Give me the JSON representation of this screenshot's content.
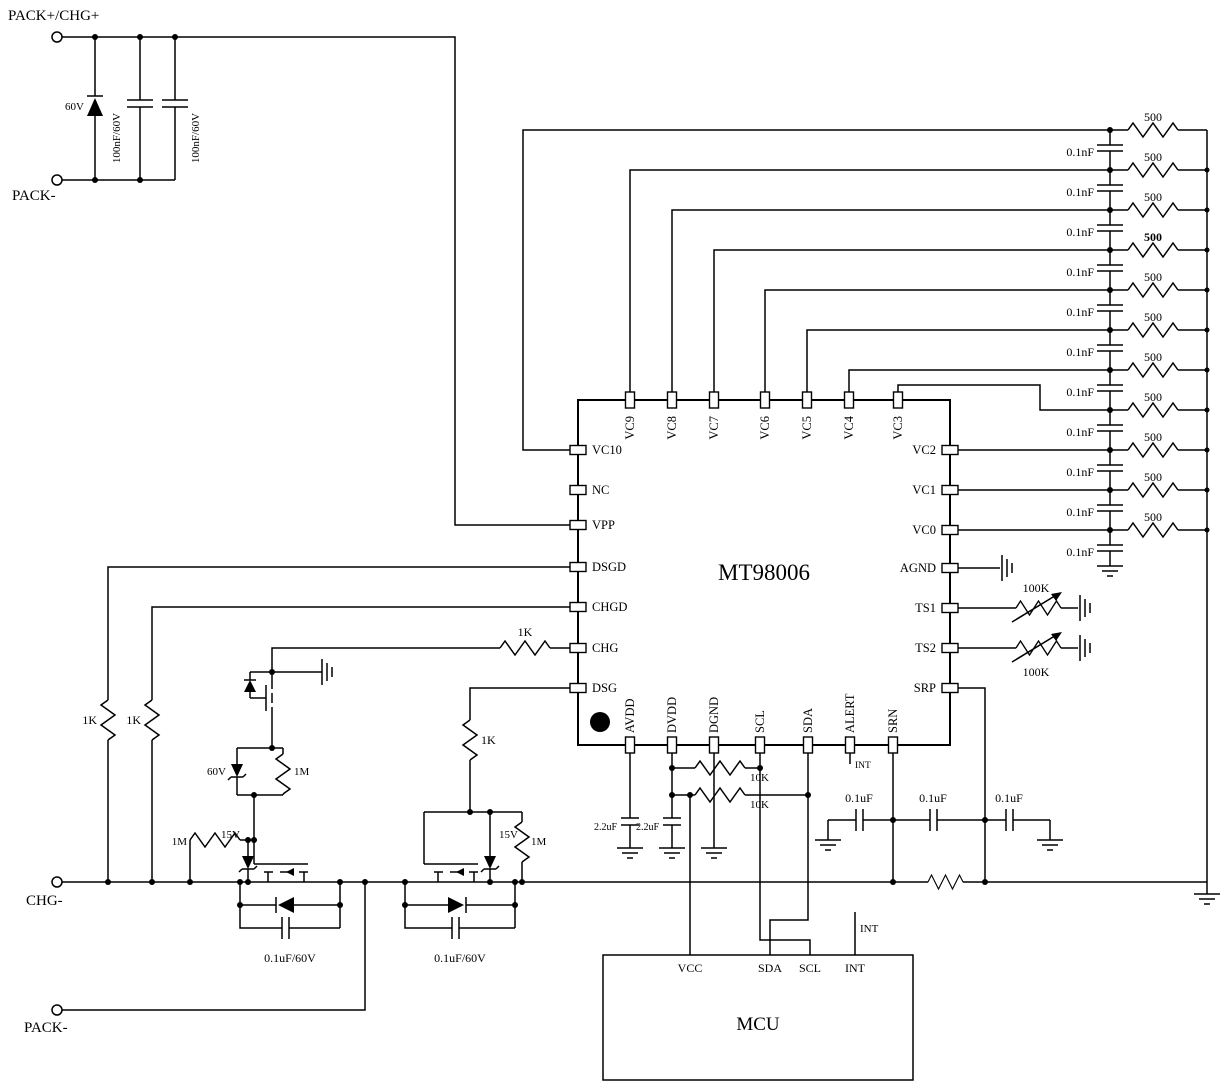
{
  "terminals": {
    "pack_plus": "PACK+/CHG+",
    "pack_minus_top": "PACK-",
    "chg_minus": "CHG-",
    "pack_minus_bottom": "PACK-"
  },
  "input_filter": {
    "tvs_voltage": "60V",
    "cap1": "100nF/60V",
    "cap2": "100nF/60V"
  },
  "ic": {
    "name": "MT98006",
    "pins_top": [
      "VC9",
      "VC8",
      "VC7",
      "VC6",
      "VC5",
      "VC4",
      "VC3"
    ],
    "pins_left": [
      "VC10",
      "NC",
      "VPP",
      "DSGD",
      "CHGD",
      "CHG",
      "DSG"
    ],
    "pins_right": [
      "VC2",
      "VC1",
      "VC0",
      "AGND",
      "TS1",
      "TS2",
      "SRP"
    ],
    "pins_bottom": [
      "AVDD",
      "DVDD",
      "DGND",
      "SCL",
      "SDA",
      "ALERT",
      "SRN"
    ]
  },
  "cell_ladder": {
    "series_resistor": "500",
    "filter_cap": "0.1nF"
  },
  "thermistors": {
    "ts1": "100K",
    "ts2": "100K"
  },
  "gate_driver": {
    "dsgd_pulldown": "1K",
    "chgd_pulldown": "1K",
    "chg_series": "1K",
    "dsg_series": "1K",
    "clamp_zener": "60V",
    "clamp_resistor": "1M",
    "fet1_gate_resistor": "1M",
    "fet1_gate_zener": "15V",
    "fet2_gate_zener": "15V",
    "fet2_gate_resistor": "1M",
    "fet1_cap": "0.1uF/60V",
    "fet2_cap": "0.1uF/60V"
  },
  "supply": {
    "avdd_cap": "2.2uF",
    "dvdd_cap": "2.2uF",
    "scl_pullup": "10K",
    "sda_pullup": "10K"
  },
  "current_sense": {
    "filter_cap1": "0.1uF",
    "filter_cap2": "0.1uF",
    "filter_cap3": "0.1uF"
  },
  "nets": {
    "alert": "INT",
    "mcu_int": "INT"
  },
  "mcu": {
    "name": "MCU",
    "pins": [
      "VCC",
      "SDA",
      "SCL",
      "INT"
    ]
  }
}
